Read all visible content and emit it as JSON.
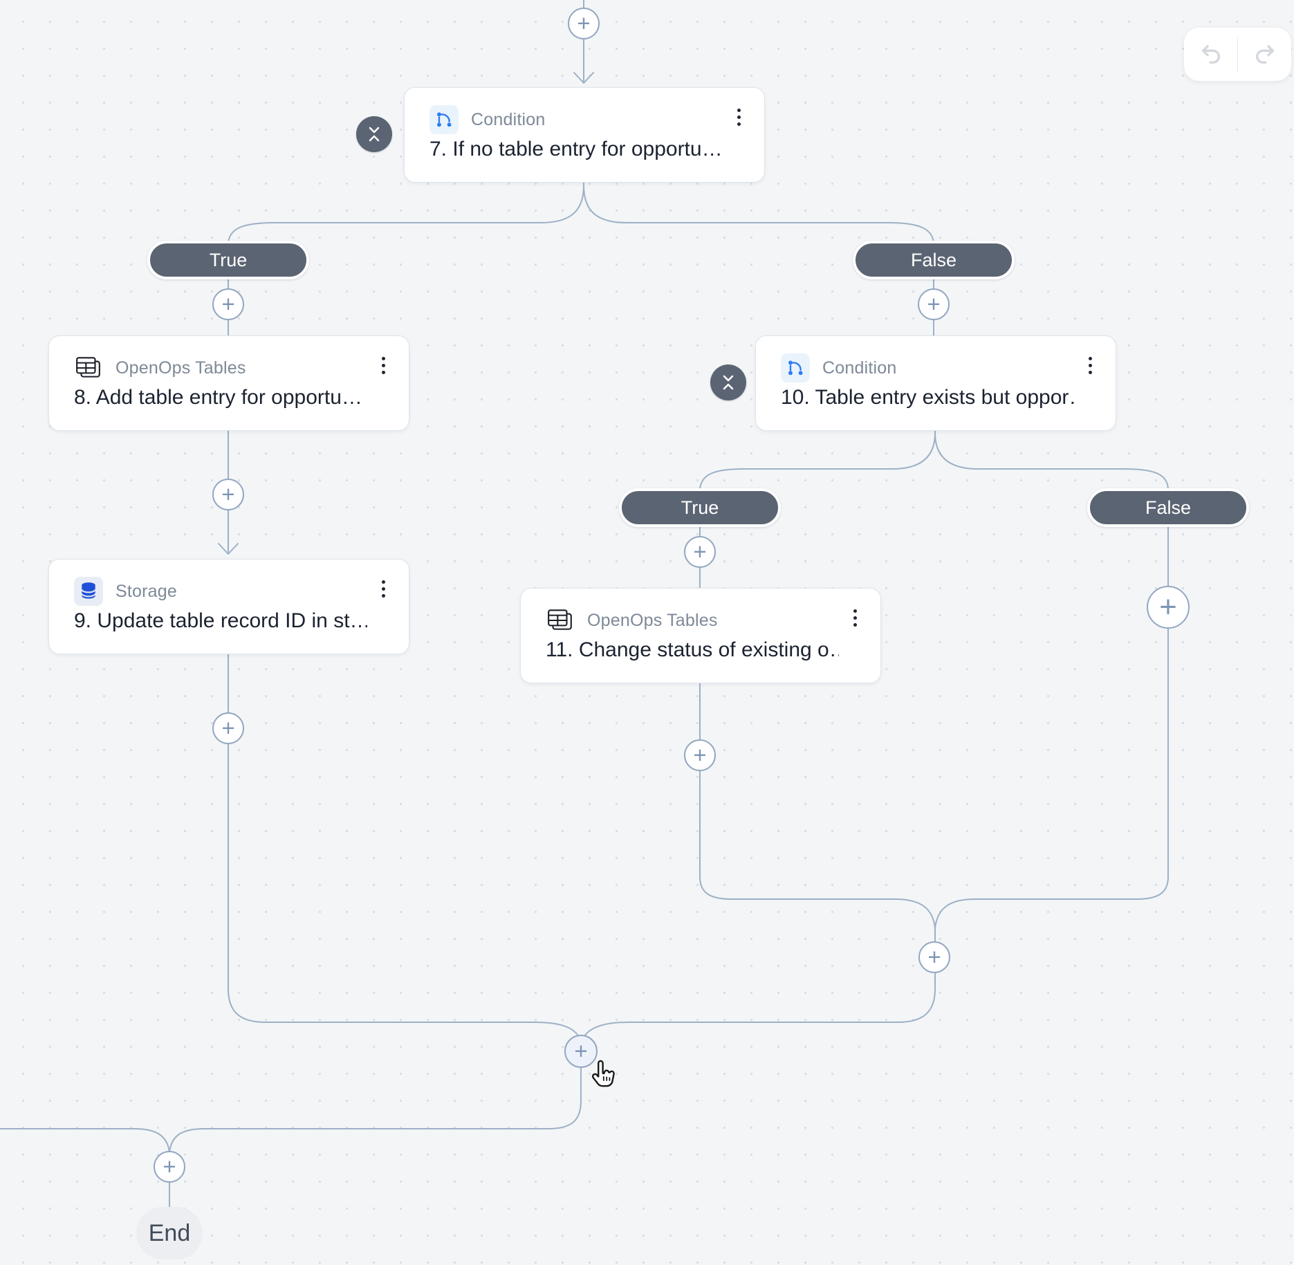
{
  "flow": {
    "node7": {
      "app": "Condition",
      "title": "7. If no table entry for opportu…"
    },
    "node8": {
      "app": "OpenOps Tables",
      "title": "8. Add table entry for opportu…"
    },
    "node9": {
      "app": "Storage",
      "title": "9. Update table record ID in st…"
    },
    "node10": {
      "app": "Condition",
      "title": "10. Table entry exists but oppor…"
    },
    "node11": {
      "app": "OpenOps Tables",
      "title": "11. Change status of existing o…"
    }
  },
  "branches": {
    "true": "True",
    "false": "False"
  },
  "terminal": {
    "end": "End"
  },
  "icons": {
    "plus": "+",
    "condition": "branch-icon",
    "openops_tables": "stacked-tables-icon",
    "storage": "database-icon",
    "collapse": "collapse-vertical-icon",
    "undo": "undo-arrow-icon",
    "redo": "redo-arrow-icon",
    "menu": "vertical-ellipsis-icon"
  },
  "colors": {
    "connector": "#9db0c5",
    "pill_bg": "#5b6472",
    "canvas_bg": "#f3f5f7",
    "accent_blue": "#2e7bf3",
    "storage_blue": "#2050d8",
    "node_title": "#1b2230"
  }
}
